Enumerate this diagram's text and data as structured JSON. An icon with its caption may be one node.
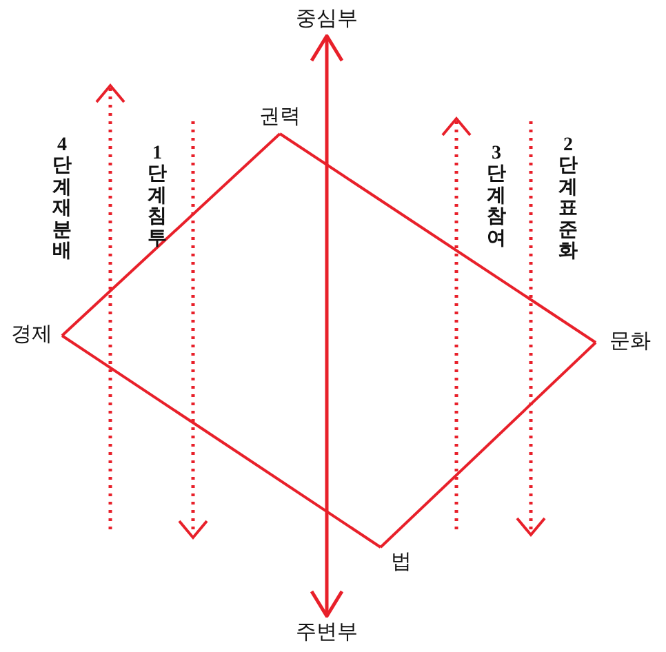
{
  "diagram": {
    "nodes": [
      {
        "text": [
          "중심부"
        ]
      },
      {
        "text": [
          "주변부"
        ]
      },
      {
        "text": [
          "권력"
        ]
      },
      {
        "text": [
          "경제"
        ]
      },
      {
        "text": [
          "문화"
        ]
      },
      {
        "text": [
          "법"
        ]
      }
    ],
    "edges": [
      {
        "from": 1,
        "to": 0,
        "arrow": "both"
      },
      {
        "from": 2,
        "to": 4,
        "arrow": "none"
      },
      {
        "from": 4,
        "to": 5,
        "arrow": "none"
      },
      {
        "from": 5,
        "to": 3,
        "arrow": "none"
      },
      {
        "from": 3,
        "to": 2,
        "arrow": "none"
      }
    ],
    "labels": [
      "4단계 재분배",
      "1단계 침투",
      "3단계 참여",
      "2단계 표준화"
    ]
  }
}
